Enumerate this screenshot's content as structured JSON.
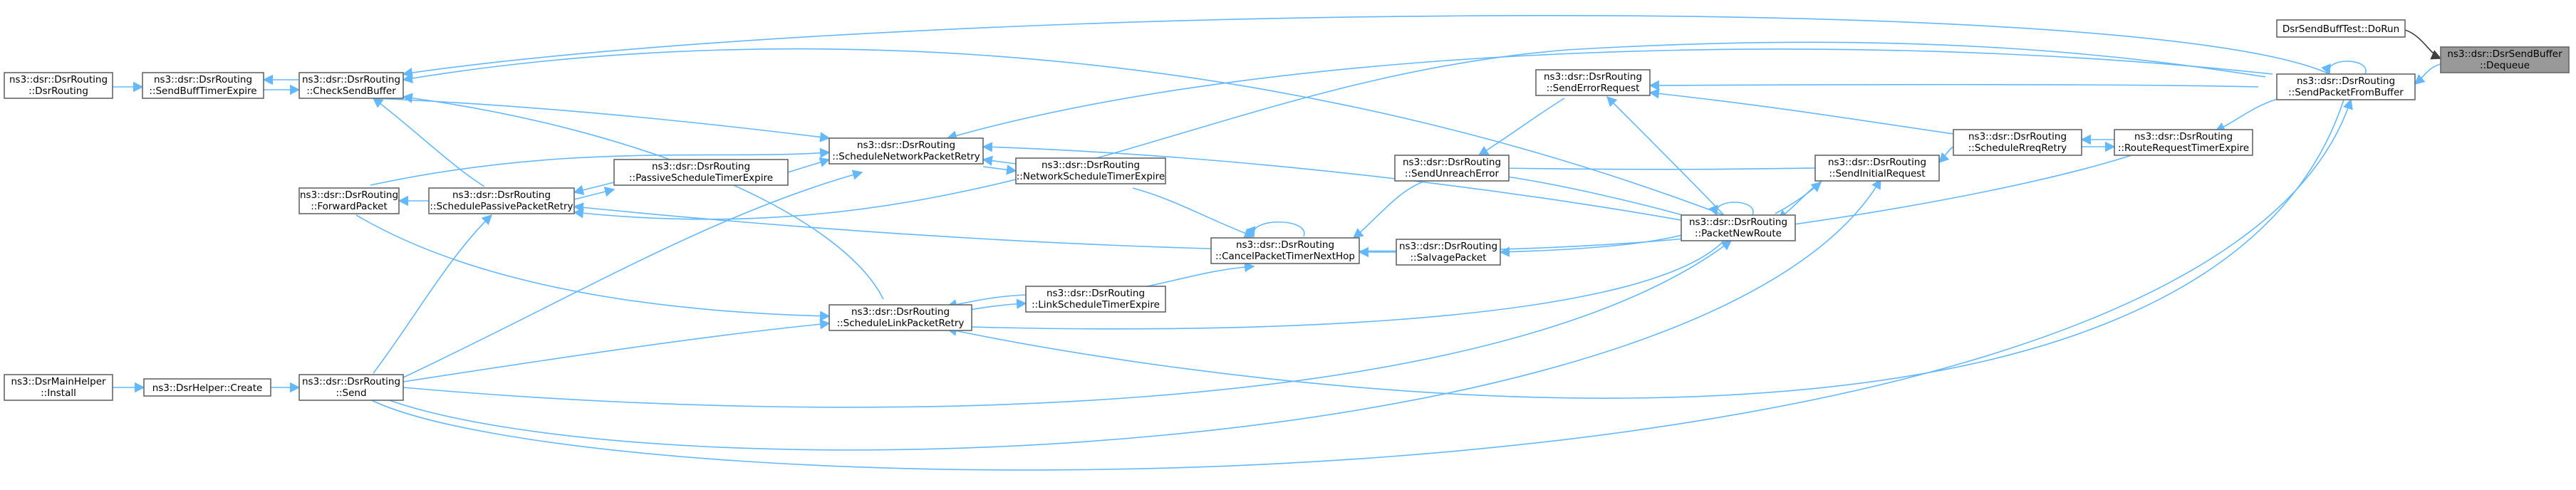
{
  "colors": {
    "edge": "#63b8ff",
    "edge_dark": "#404040",
    "node_border": "#666666",
    "root_fill": "#999999",
    "node_fill": "#ffffff"
  },
  "nodes": {
    "dequeue": {
      "line1": "ns3::dsr::DsrSendBuffer",
      "line2": "::Dequeue"
    },
    "doRun": {
      "line1": "DsrSendBuffTest::DoRun",
      "line2": ""
    },
    "sendPacketFromBuffer": {
      "line1": "ns3::dsr::DsrRouting",
      "line2": "::SendPacketFromBuffer"
    },
    "routeRequestTimerExpire": {
      "line1": "ns3::dsr::DsrRouting",
      "line2": "::RouteRequestTimerExpire"
    },
    "scheduleRreqRetry": {
      "line1": "ns3::dsr::DsrRouting",
      "line2": "::ScheduleRreqRetry"
    },
    "sendInitialRequest": {
      "line1": "ns3::dsr::DsrRouting",
      "line2": "::SendInitialRequest"
    },
    "sendErrorRequest": {
      "line1": "ns3::dsr::DsrRouting",
      "line2": "::SendErrorRequest"
    },
    "packetNewRoute": {
      "line1": "ns3::dsr::DsrRouting",
      "line2": "::PacketNewRoute"
    },
    "sendUnreachError": {
      "line1": "ns3::dsr::DsrRouting",
      "line2": "::SendUnreachError"
    },
    "salvagePacket": {
      "line1": "ns3::dsr::DsrRouting",
      "line2": "::SalvagePacket"
    },
    "cancelPacketTimerNextHop": {
      "line1": "ns3::dsr::DsrRouting",
      "line2": "::CancelPacketTimerNextHop"
    },
    "networkScheduleTimerExpire": {
      "line1": "ns3::dsr::DsrRouting",
      "line2": "::NetworkScheduleTimerExpire"
    },
    "linkScheduleTimerExpire": {
      "line1": "ns3::dsr::DsrRouting",
      "line2": "::LinkScheduleTimerExpire"
    },
    "scheduleNetworkPacketRetry": {
      "line1": "ns3::dsr::DsrRouting",
      "line2": "::ScheduleNetworkPacketRetry"
    },
    "scheduleLinkPacketRetry": {
      "line1": "ns3::dsr::DsrRouting",
      "line2": "::ScheduleLinkPacketRetry"
    },
    "passiveScheduleTimerExpire": {
      "line1": "ns3::dsr::DsrRouting",
      "line2": "::PassiveScheduleTimerExpire"
    },
    "schedulePassivePacketRetry": {
      "line1": "ns3::dsr::DsrRouting",
      "line2": "::SchedulePassivePacketRetry"
    },
    "forwardPacket": {
      "line1": "ns3::dsr::DsrRouting",
      "line2": "::ForwardPacket"
    },
    "checkSendBuffer": {
      "line1": "ns3::dsr::DsrRouting",
      "line2": "::CheckSendBuffer"
    },
    "sendBuffTimerExpire": {
      "line1": "ns3::dsr::DsrRouting",
      "line2": "::SendBuffTimerExpire"
    },
    "dsrRouting": {
      "line1": "ns3::dsr::DsrRouting",
      "line2": "::DsrRouting"
    },
    "send": {
      "line1": "ns3::dsr::DsrRouting",
      "line2": "::Send"
    },
    "helperCreate": {
      "line1": "ns3::DsrHelper::Create",
      "line2": ""
    },
    "mainHelperInstall": {
      "line1": "ns3::DsrMainHelper",
      "line2": "::Install"
    }
  }
}
